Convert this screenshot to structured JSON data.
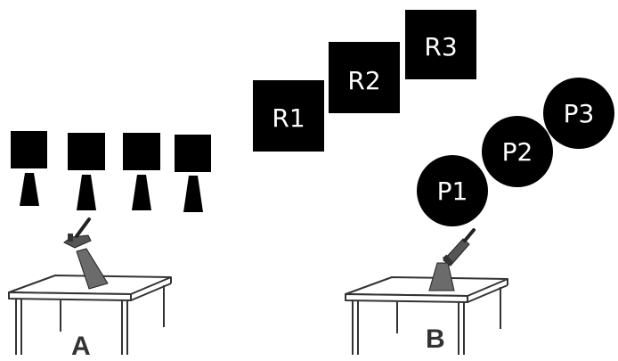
{
  "panel_a": {
    "label": "A",
    "icons": [
      "dispenser-icon",
      "dispenser-icon",
      "dispenser-icon",
      "dispenser-icon",
      "table-icon",
      "lamp-icon"
    ]
  },
  "panel_b": {
    "label": "B",
    "squares": [
      "R1",
      "R2",
      "R3"
    ],
    "circles": [
      "P1",
      "P2",
      "P3"
    ],
    "icons": [
      "table-icon",
      "lamp-icon"
    ]
  },
  "colors": {
    "shape_fill": "#000000",
    "lamp_fill": "#6b6b6b",
    "table_stroke": "#333333",
    "panel_label": "#333333"
  }
}
